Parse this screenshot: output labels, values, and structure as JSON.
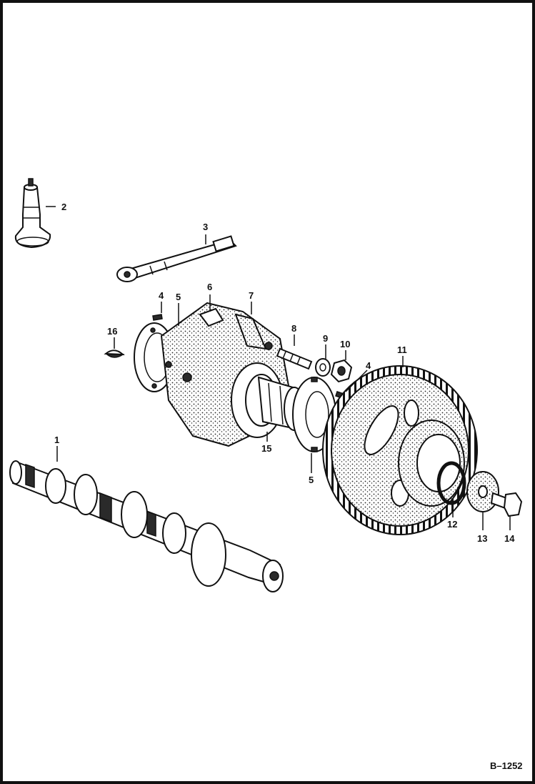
{
  "figure_id": "B–1252",
  "callouts": [
    {
      "id": "c1",
      "text": "1"
    },
    {
      "id": "c2",
      "text": "2"
    },
    {
      "id": "c3",
      "text": "3"
    },
    {
      "id": "c4a",
      "text": "4"
    },
    {
      "id": "c4b",
      "text": "4"
    },
    {
      "id": "c5a",
      "text": "5"
    },
    {
      "id": "c5b",
      "text": "5"
    },
    {
      "id": "c6",
      "text": "6"
    },
    {
      "id": "c7",
      "text": "7"
    },
    {
      "id": "c8",
      "text": "8"
    },
    {
      "id": "c9",
      "text": "9"
    },
    {
      "id": "c10",
      "text": "10"
    },
    {
      "id": "c11",
      "text": "11"
    },
    {
      "id": "c12",
      "text": "12"
    },
    {
      "id": "c13",
      "text": "13"
    },
    {
      "id": "c14",
      "text": "14"
    },
    {
      "id": "c15",
      "text": "15"
    },
    {
      "id": "c16",
      "text": "16"
    }
  ]
}
